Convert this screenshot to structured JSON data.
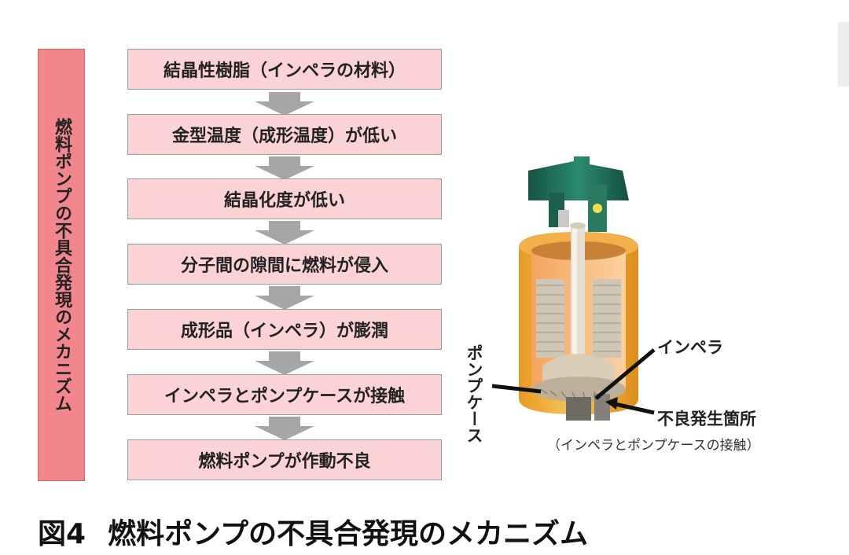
{
  "side_label": "燃料ポンプの不具合発現のメカニズム",
  "flow_steps": [
    "結晶性樹脂（インペラの材料）",
    "金型温度（成形温度）が低い",
    "結晶化度が低い",
    "分子間の隙間に燃料が侵入",
    "成形品（インペラ）が膨潤",
    "インペラとポンプケースが接触",
    "燃料ポンプが作動不良"
  ],
  "pump_callouts": {
    "impeller": "インペラ",
    "pump_case": "ポンプケース",
    "defect_location": "不良発生箇所",
    "defect_detail": "（インペラとポンプケースの接触）"
  },
  "caption": {
    "figure_number": "図4",
    "title": "燃料ポンプの不具合発現のメカニズム"
  },
  "colors": {
    "side_label_bg": "#f1878c",
    "step_bg": "#fbd3d4",
    "arrow": "#a6a6a6",
    "pump_housing": "#f0b23a",
    "pump_top": "#1f6a55"
  },
  "icons": {
    "arrow": "down-arrow-icon",
    "pump": "fuel-pump-cutaway-illustration"
  }
}
